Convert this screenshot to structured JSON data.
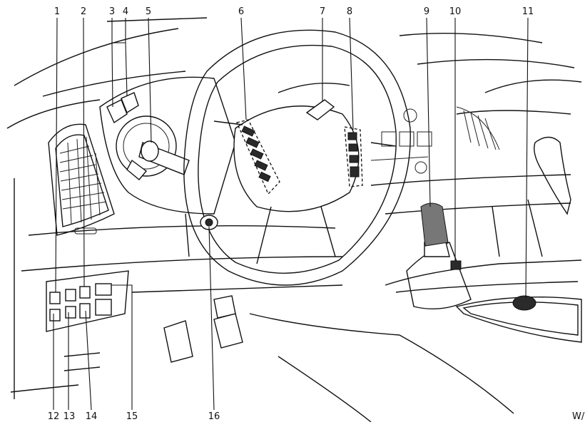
{
  "callouts": [
    {
      "id": "1",
      "text": "1"
    },
    {
      "id": "2",
      "text": "2"
    },
    {
      "id": "3",
      "text": "3"
    },
    {
      "id": "4",
      "text": "4"
    },
    {
      "id": "5",
      "text": "5"
    },
    {
      "id": "6",
      "text": "6"
    },
    {
      "id": "7",
      "text": "7"
    },
    {
      "id": "8",
      "text": "8"
    },
    {
      "id": "9",
      "text": "9"
    },
    {
      "id": "10",
      "text": "10"
    },
    {
      "id": "11",
      "text": "11"
    },
    {
      "id": "12",
      "text": "12"
    },
    {
      "id": "13",
      "text": "13"
    },
    {
      "id": "14",
      "text": "14"
    },
    {
      "id": "15",
      "text": "15"
    },
    {
      "id": "16",
      "text": "16"
    }
  ],
  "reference_code": "W/"
}
